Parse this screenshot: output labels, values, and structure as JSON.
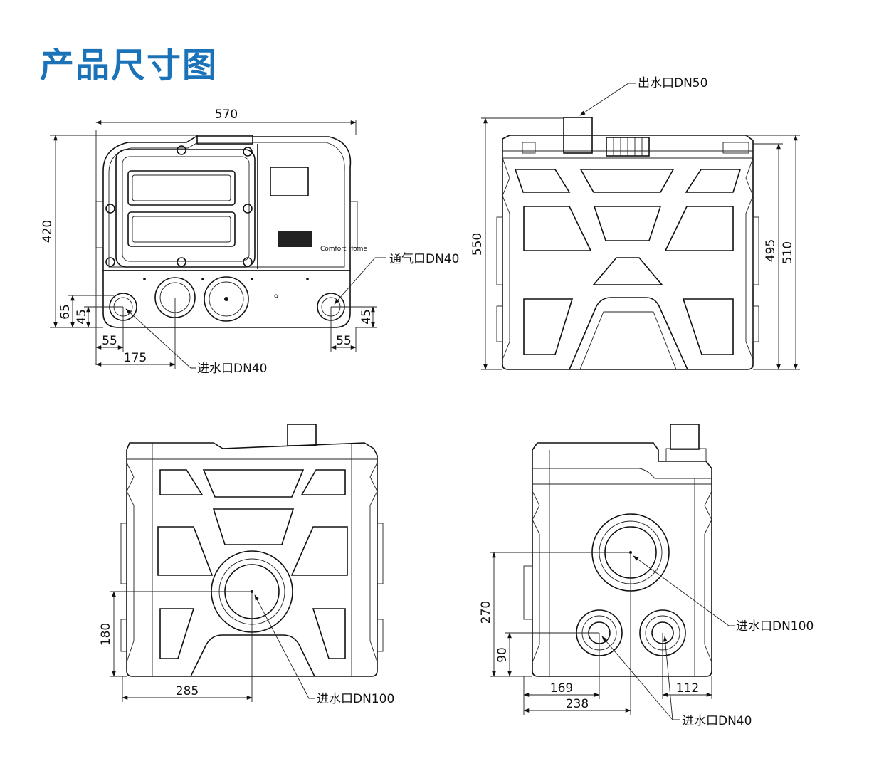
{
  "title": "产品尺寸图",
  "colors": {
    "title": "#1a73b8",
    "line": "#111111"
  },
  "front_view": {
    "dims": {
      "width": "570",
      "height": "420",
      "h65": "65",
      "h45_left": "45",
      "h45_right": "45",
      "w55_left": "55",
      "w55_right": "55",
      "w175": "175"
    },
    "vent_label": "通气口DN40",
    "inlet_label": "进水口DN40",
    "logo_text": "Comfort Home"
  },
  "side_view": {
    "dims": {
      "h550": "550",
      "h495": "495",
      "h510": "510"
    },
    "outlet_label": "出水口DN50"
  },
  "back_view": {
    "dims": {
      "h180": "180",
      "w285": "285"
    },
    "inlet_label": "进水口DN100"
  },
  "end_view": {
    "dims": {
      "h270": "270",
      "h90": "90",
      "w169": "169",
      "w238": "238",
      "w112": "112"
    },
    "inlet_large_label": "进水口DN100",
    "inlet_small_label": "进水口DN40"
  }
}
